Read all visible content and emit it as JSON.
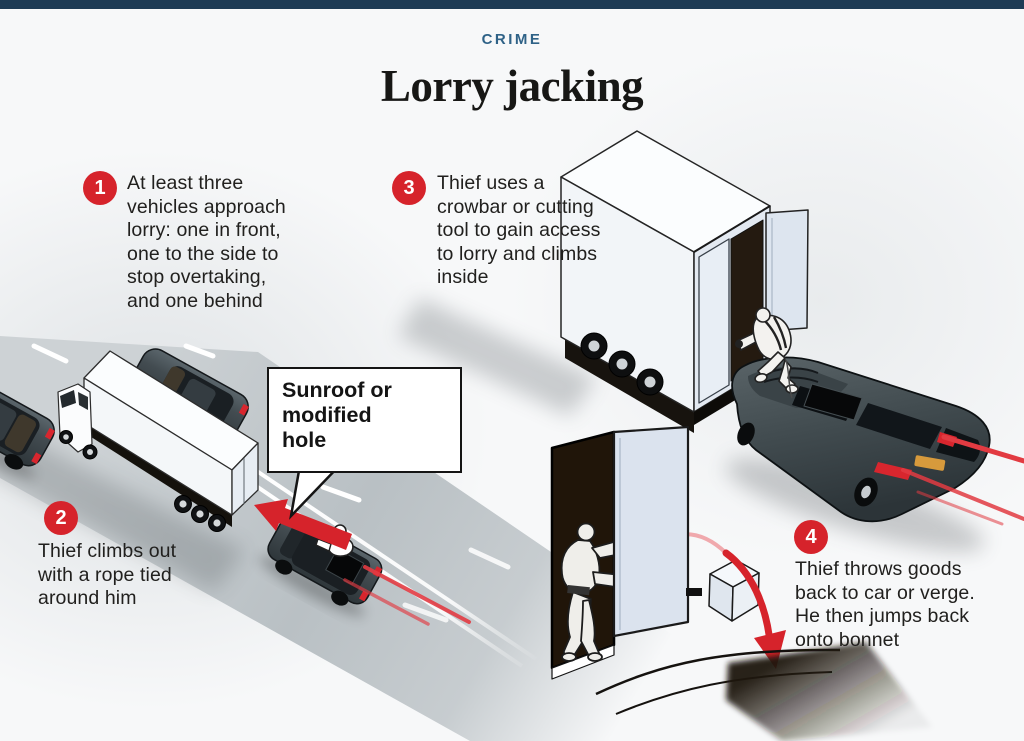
{
  "header": {
    "kicker": "CRIME",
    "title": "Lorry jacking"
  },
  "steps": [
    {
      "number": "1",
      "text": "At least three\nvehicles approach\nlorry: one in front,\none to the side to\nstop overtaking,\nand one behind"
    },
    {
      "number": "2",
      "text": "Thief climbs out\nwith a rope tied\naround him"
    },
    {
      "number": "3",
      "text": "Thief uses a\ncrowbar or cutting\ntool to gain access\nto lorry and climbs\ninside"
    },
    {
      "number": "4",
      "text": "Thief throws goods\nback to car or verge.\nHe then jumps back\nonto bonnet"
    }
  ],
  "callout": {
    "text": "Sunroof or\nmodified\nhole"
  },
  "theme": {
    "accent_red": "#d6232b",
    "top_bar_navy": "#1e3b55",
    "kicker_blue": "#2f6287",
    "text_color": "#21201e",
    "road_gray": "#bfc5c9",
    "panel_blue": "#dde5ef"
  }
}
